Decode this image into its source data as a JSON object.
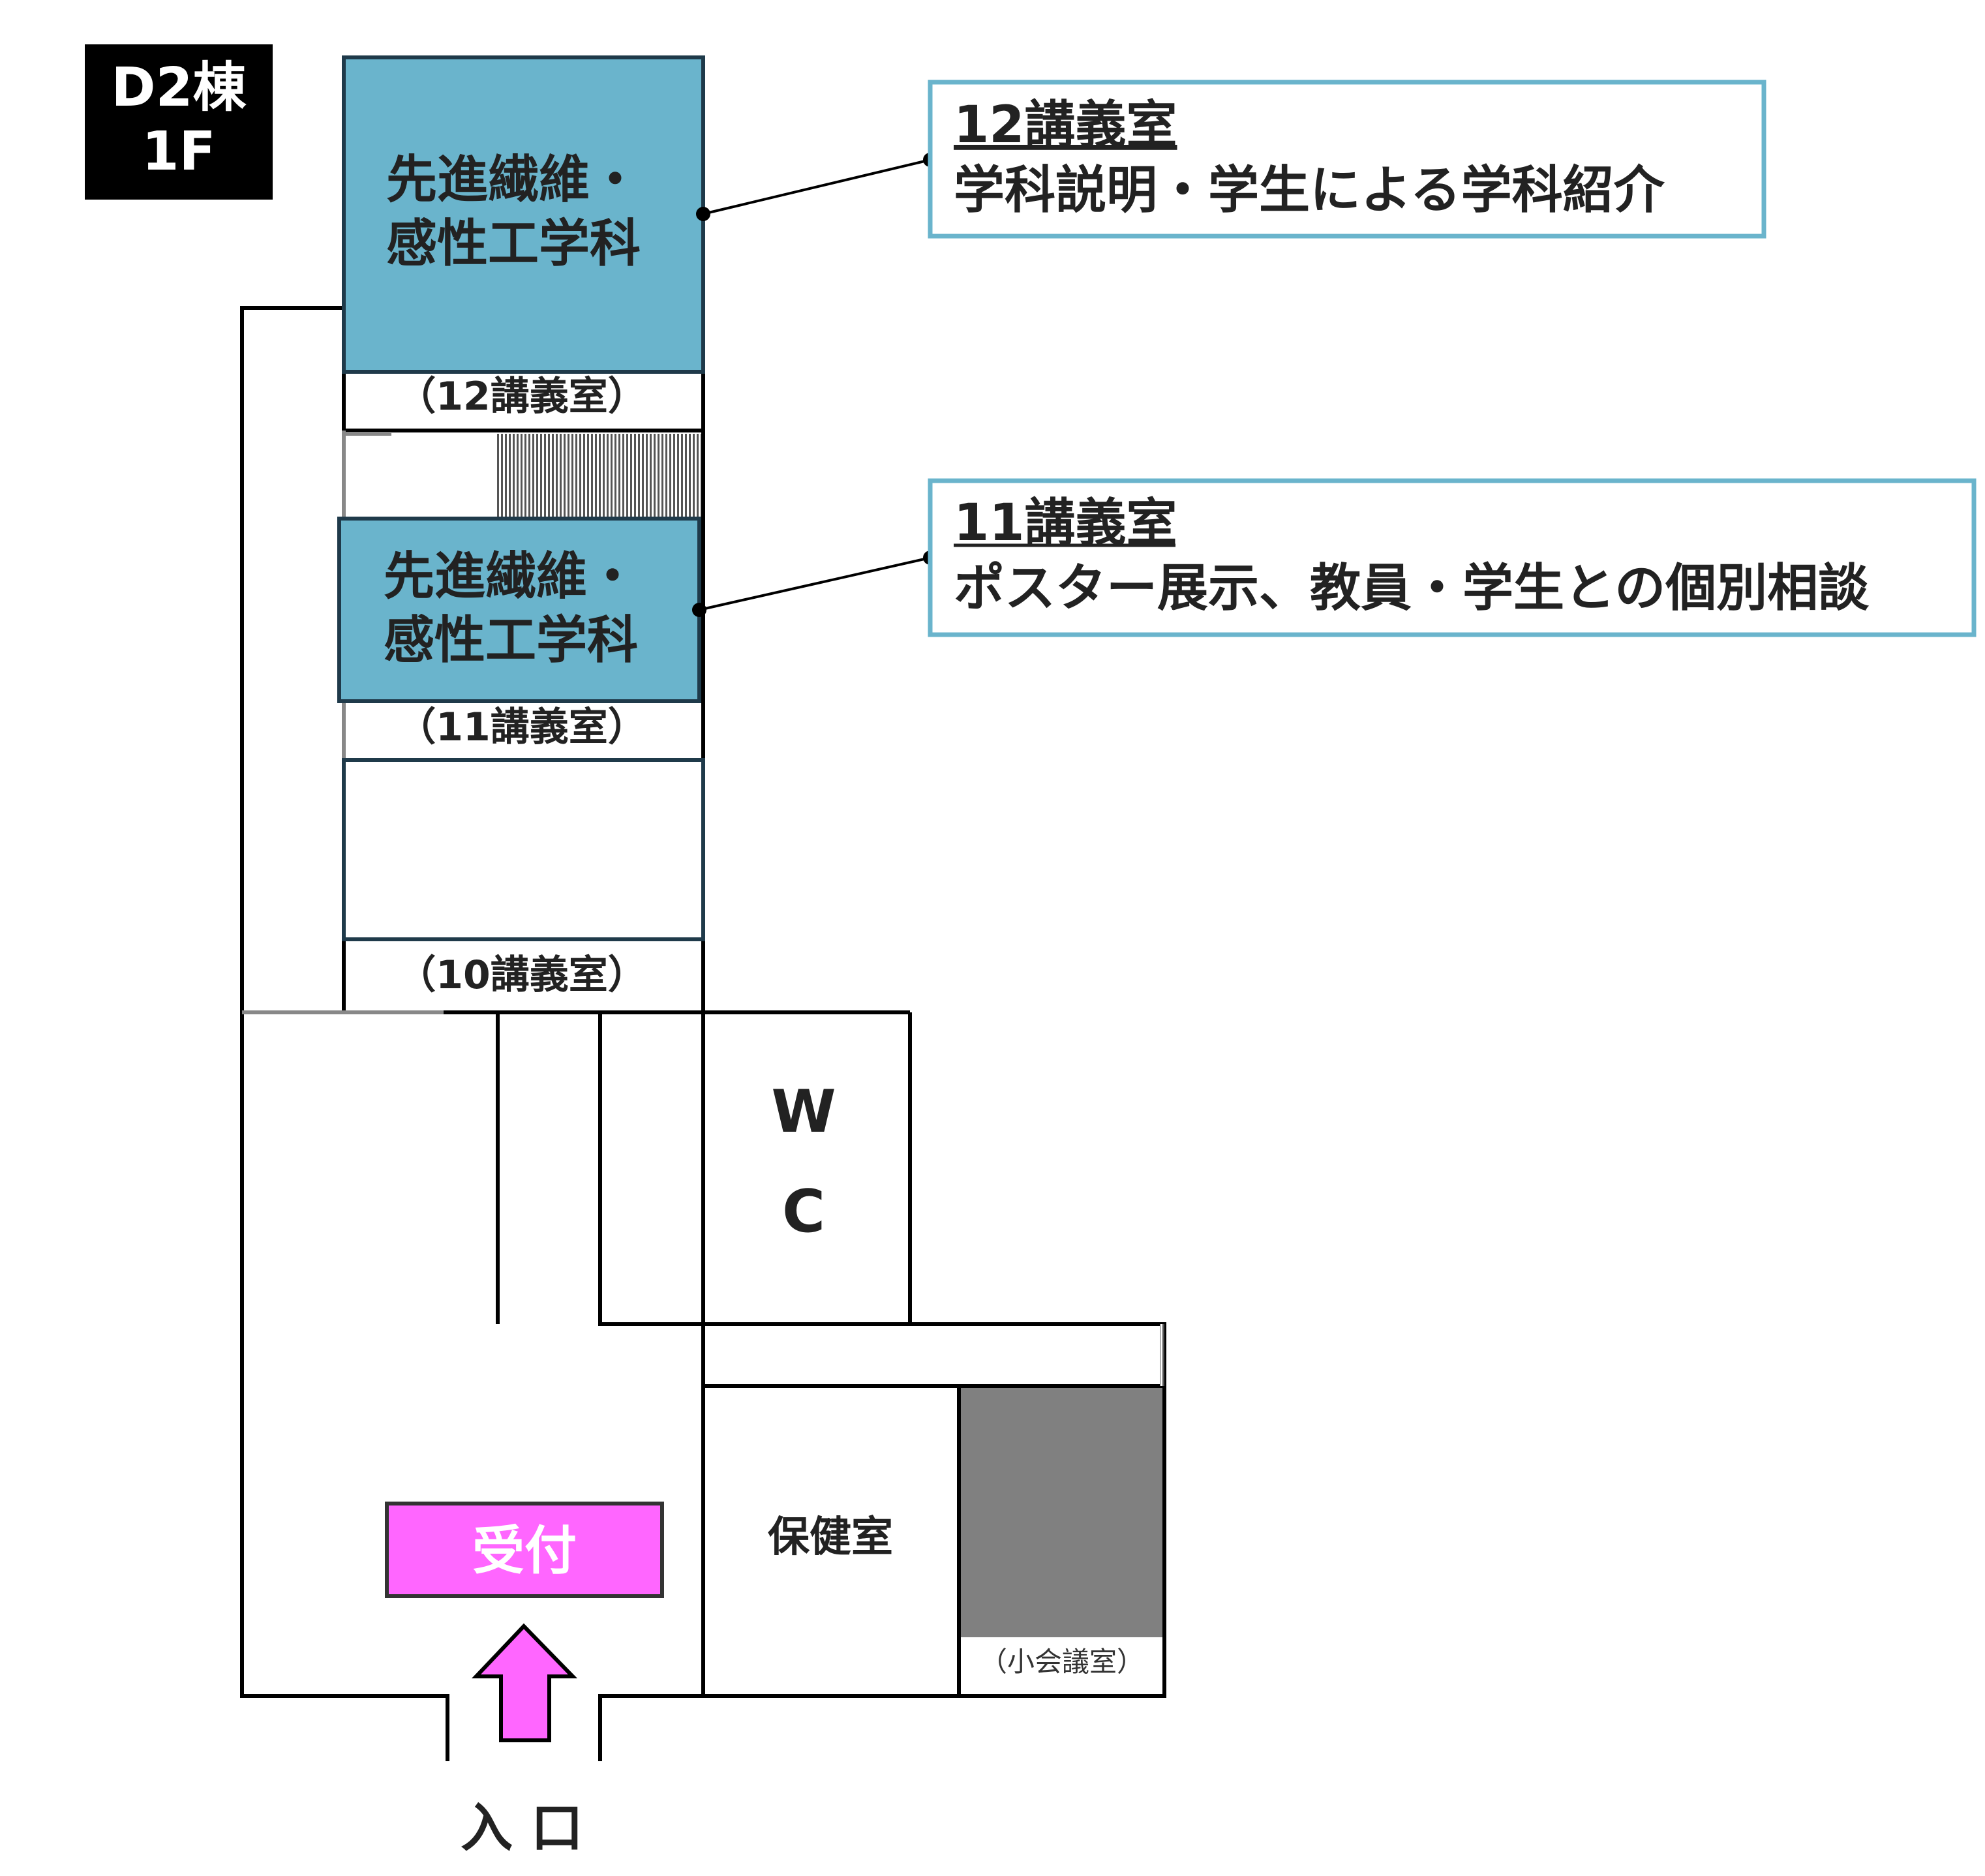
{
  "building": {
    "name": "D2棟",
    "floor": "1F"
  },
  "rooms": {
    "room12": {
      "dept_line1": "先進繊維・",
      "dept_line2": "感性工学科",
      "caption": "（12講義室）"
    },
    "room11": {
      "dept_line1": "先進繊維・",
      "dept_line2": "感性工学科",
      "caption": "（11講義室）"
    },
    "room10": {
      "caption": "（10講義室）"
    },
    "wc": {
      "line1": "W",
      "line2": "C"
    },
    "health": {
      "label": "保健室"
    },
    "meeting": {
      "caption": "（小会議室）"
    },
    "reception": {
      "label": "受付"
    },
    "entrance": {
      "label": "入 口"
    }
  },
  "callouts": [
    {
      "title": "12講義室",
      "desc": "学科説明・学生による学科紹介"
    },
    {
      "title": "11講義室",
      "desc": "ポスター展示、教員・学生との個別相談"
    }
  ],
  "colors": {
    "dept_room": "#6ab4cc",
    "callout_border": "#6ab4cc",
    "reception": "#ff66ff",
    "meeting_room": "#808080",
    "badge": "#000000"
  }
}
